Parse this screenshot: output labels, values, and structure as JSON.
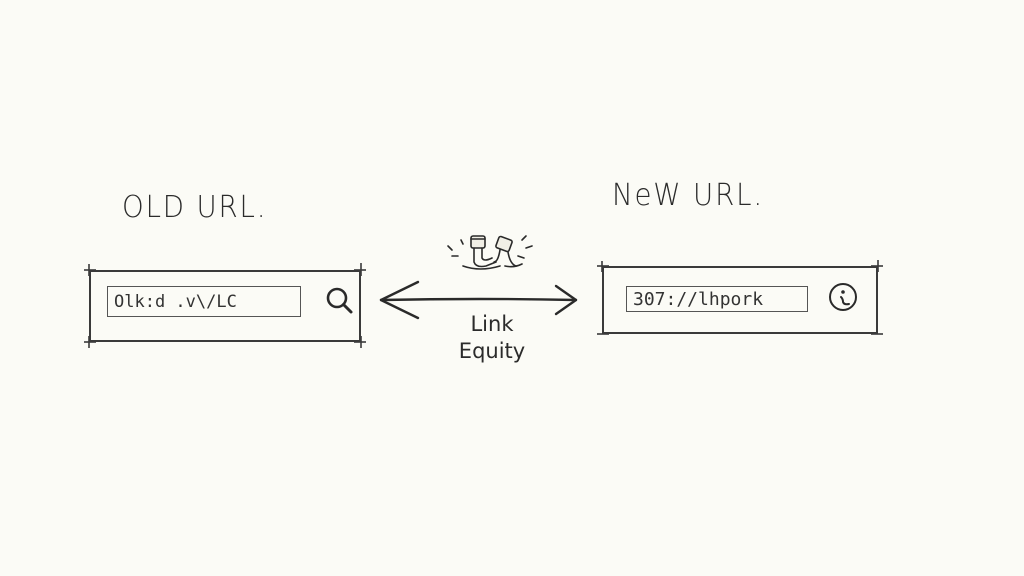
{
  "old_url": {
    "heading": "OLD URL.",
    "field_value": "Olk:d .v\\/LC",
    "search_icon": "magnifier-icon"
  },
  "new_url": {
    "heading": "NeW URL.",
    "field_value": "307://lhpork",
    "search_icon": "search-circle-icon"
  },
  "connection": {
    "line1": "Link",
    "line2": "Equity",
    "arrow": "double-headed-arrow",
    "icon": "pipe-icon"
  }
}
